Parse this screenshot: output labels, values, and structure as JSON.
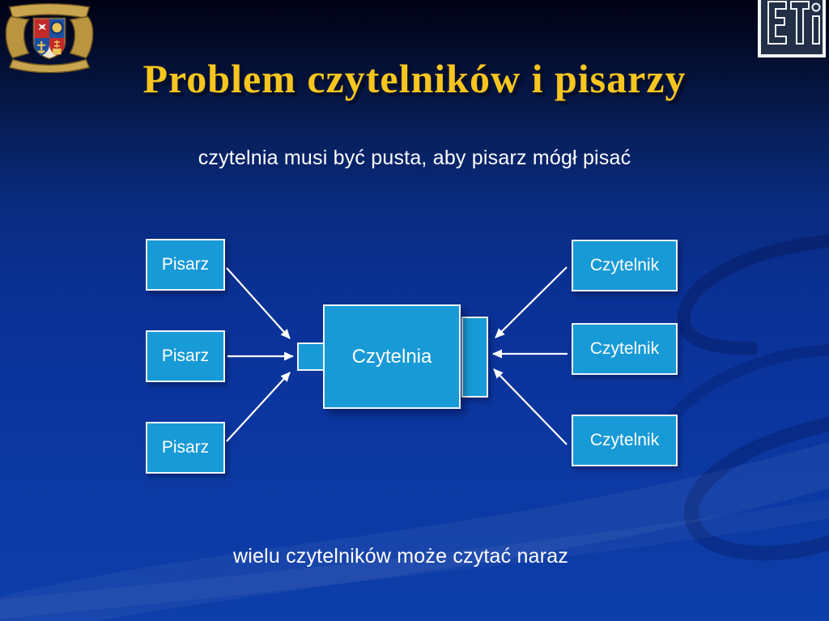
{
  "slide": {
    "title": "Problem czytelników i pisarzy",
    "subtitle": "czytelnia musi być pusta, aby pisarz mógł pisać",
    "caption": "wielu czytelników może czytać naraz"
  },
  "logos": {
    "faculty_label": "ETI",
    "university_crest_icon": "gdansk-tech-coat-of-arms"
  },
  "diagram": {
    "room": {
      "label": "Czytelnia"
    },
    "writers": [
      {
        "label": "Pisarz"
      },
      {
        "label": "Pisarz"
      },
      {
        "label": "Pisarz"
      }
    ],
    "readers": [
      {
        "label": "Czytelnik"
      },
      {
        "label": "Czytelnik"
      },
      {
        "label": "Czytelnik"
      }
    ]
  },
  "colors": {
    "title_gold": "#f7c51d",
    "box_fill": "#189ad6",
    "box_border": "#eef4fa",
    "background_top": "#010113",
    "background_bottom": "#0d3ea9",
    "text": "#ffffff"
  }
}
